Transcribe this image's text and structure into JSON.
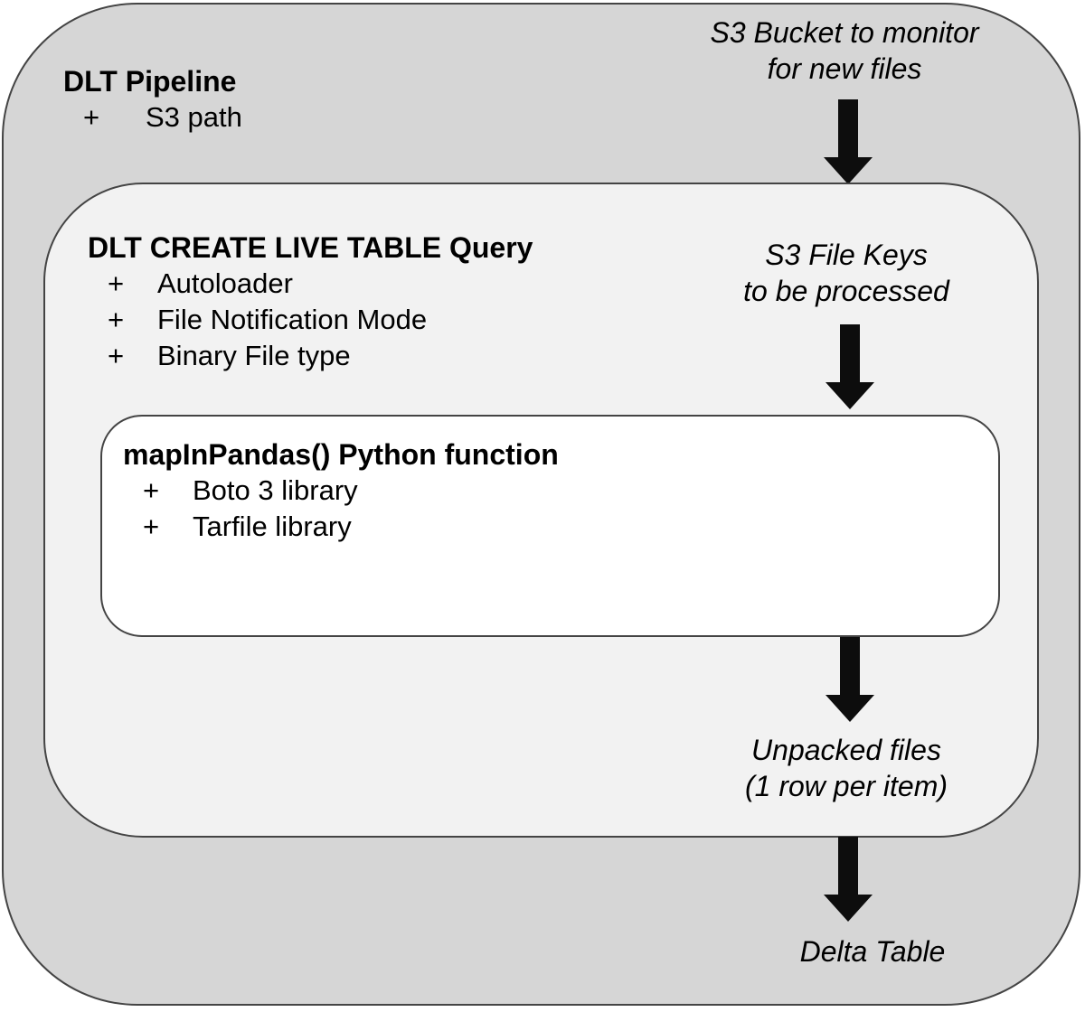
{
  "colors": {
    "canvas-bg": "#ffffff",
    "outer-fill": "#d6d6d6",
    "middle-fill": "#f2f2f2",
    "inner-fill": "#ffffff",
    "border": "#444444",
    "arrow": "#0d0d0d",
    "text": "#000000"
  },
  "bullet_char": "+",
  "outer_box": {
    "title": "DLT Pipeline",
    "items": [
      "S3 path"
    ]
  },
  "middle_box": {
    "title": "DLT CREATE LIVE TABLE Query",
    "items": [
      "Autoloader",
      "File Notification Mode",
      "Binary File type"
    ]
  },
  "inner_box": {
    "title": "mapInPandas() Python function",
    "items": [
      "Boto 3 library",
      "Tarfile library"
    ]
  },
  "captions": {
    "s3_bucket": {
      "lines": [
        "S3 Bucket to monitor",
        "for new files"
      ]
    },
    "s3_file_keys": {
      "lines": [
        "S3 File Keys",
        "to be processed"
      ]
    },
    "unpacked_files": {
      "lines": [
        "Unpacked files",
        "(1 row per item)"
      ]
    },
    "delta_table": {
      "lines": [
        "Delta Table"
      ]
    }
  }
}
